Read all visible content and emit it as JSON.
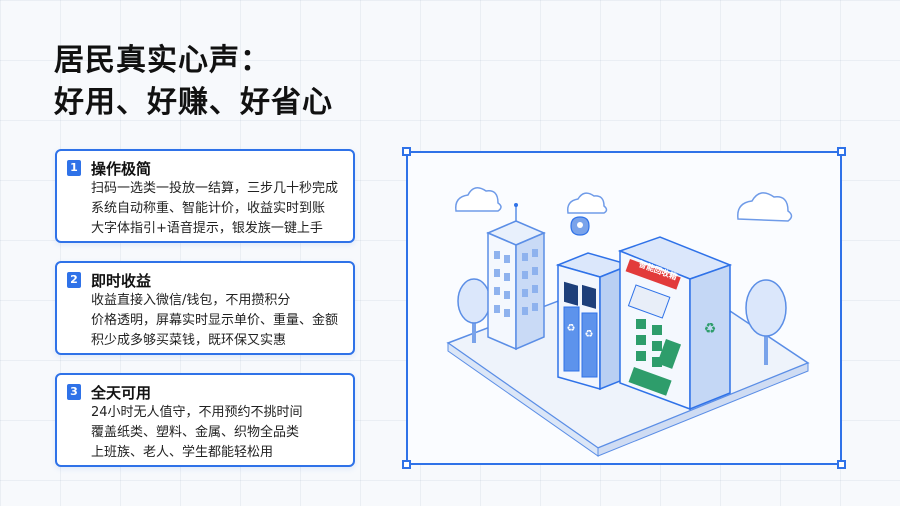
{
  "title": {
    "line1": "居民真实心声：",
    "line2": "好用、好赚、好省心"
  },
  "cards": [
    {
      "number": "1",
      "title": "操作极简",
      "lines": [
        "扫码一选类一投放一结算，三步几十秒完成",
        "系统自动称重、智能计价，收益实时到账",
        "大字体指引+语音提示，银发族一键上手"
      ]
    },
    {
      "number": "2",
      "title": "即时收益",
      "lines": [
        "收益直接入微信/钱包，不用攒积分",
        "价格透明，屏幕实时显示单价、重量、金额",
        "积少成多够买菜钱，既环保又实惠"
      ]
    },
    {
      "number": "3",
      "title": "全天可用",
      "lines": [
        "24小时无人值守，不用预约不挑时间",
        "覆盖纸类、塑料、金属、织物全品类",
        "上班族、老人、学生都能轻松用"
      ]
    }
  ],
  "illustration": {
    "machine_sign": "智能回收箱",
    "accent_color": "#2f72e8",
    "icons": [
      "cloud-icon",
      "building-icon",
      "tree-icon",
      "location-pin-icon",
      "recycle-icon"
    ]
  }
}
